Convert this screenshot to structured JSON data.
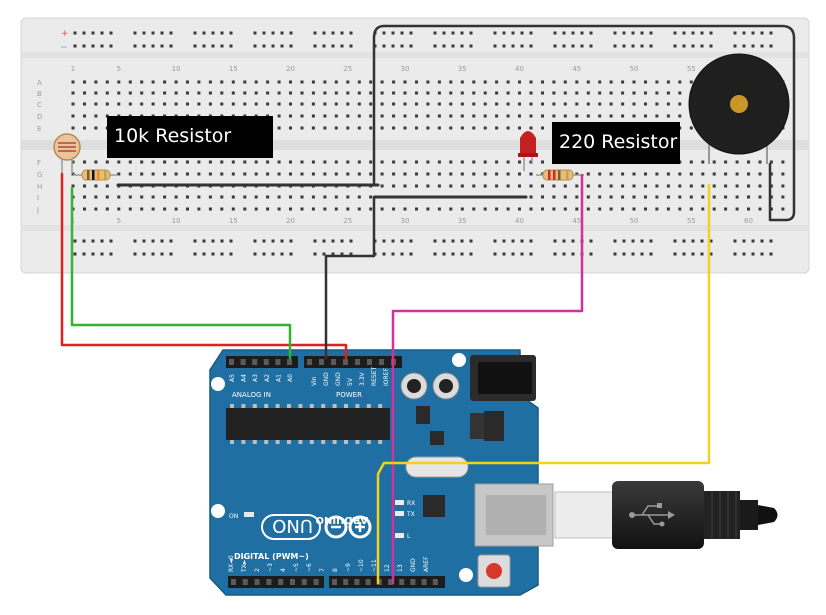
{
  "labels": {
    "ldr_resistor": "10k Resistor",
    "led_resistor": "220 Resistor"
  },
  "breadboard": {
    "column_numbers": [
      "1",
      "5",
      "10",
      "15",
      "20",
      "25",
      "30",
      "35",
      "40",
      "45",
      "50",
      "55",
      "60"
    ],
    "row_letters_top": [
      "A",
      "B",
      "C",
      "D",
      "E"
    ],
    "row_letters_bottom": [
      "F",
      "G",
      "H",
      "I",
      "J"
    ],
    "rail_plus": "+",
    "rail_minus": "−"
  },
  "arduino": {
    "logo_text": "ARDUINO",
    "model_text": "UNO",
    "analog_header": "ANALOG IN",
    "analog_pins": [
      "A5",
      "A4",
      "A3",
      "A2",
      "A1",
      "A0"
    ],
    "power_header": "POWER",
    "power_pins": [
      "Vin",
      "GND",
      "GND",
      "5V",
      "3.3V",
      "RESET",
      "IOREF"
    ],
    "digital_header": "DIGITAL (PWM~)",
    "digital_pins": [
      "RX◄0",
      "TX►1",
      "2",
      "~3",
      "4",
      "~5",
      "~6",
      "7",
      "8",
      "~9",
      "~10",
      "~11",
      "12",
      "13",
      "GND",
      "AREF"
    ],
    "leds": [
      "RX",
      "TX",
      "L"
    ],
    "on_label": "ON"
  },
  "colors": {
    "wire_red": "#e0201c",
    "wire_green": "#2fb52f",
    "wire_black": "#333333",
    "wire_magenta": "#d2309a",
    "wire_yellow": "#f2d21b",
    "board_blue": "#1f6fa3",
    "breadboard": "#ebebeb"
  }
}
